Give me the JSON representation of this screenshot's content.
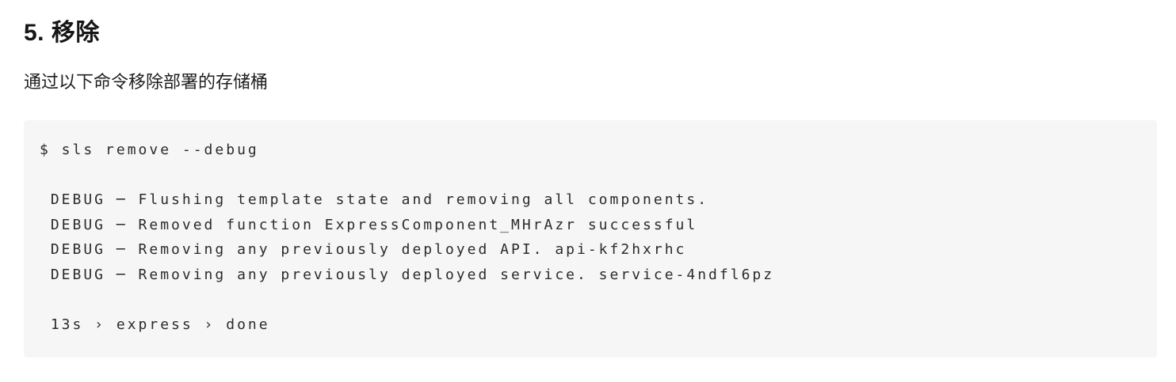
{
  "page": {
    "background": "#ffffff",
    "heading": "5. 移除",
    "description": "通过以下命令移除部署的存储桶"
  },
  "code_block": {
    "background": "#f6f6f6",
    "text_color": "#2b2b2b",
    "command": "sls remove --debug",
    "lines": [
      "$ sls remove --debug",
      "",
      " DEBUG ─ Flushing template state and removing all components.",
      " DEBUG ─ Removed function ExpressComponent_MHrAzr successful",
      " DEBUG ─ Removing any previously deployed API. api-kf2hxrhc",
      " DEBUG ─ Removing any previously deployed service. service-4ndfl6pz",
      "",
      " 13s › express › done"
    ],
    "duration": "13s",
    "component": "express",
    "status": "done"
  }
}
